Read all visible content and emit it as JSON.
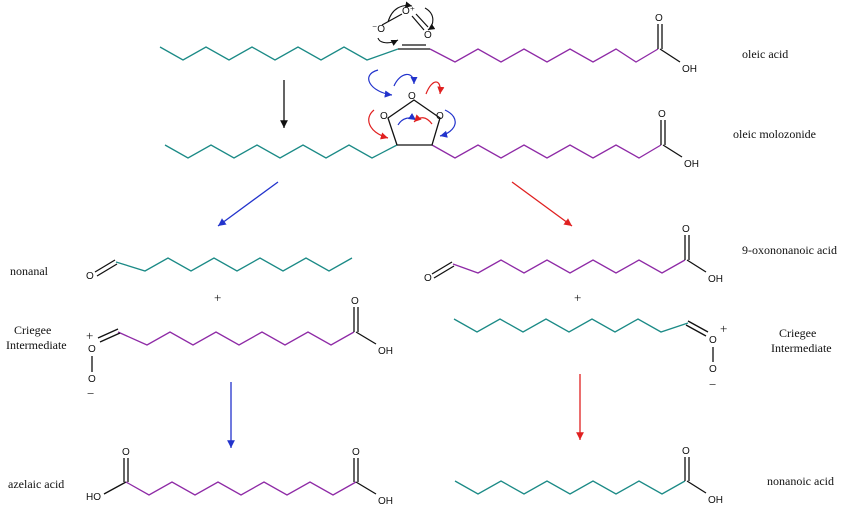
{
  "colors": {
    "teal": "#1b8a86",
    "purple": "#8e2aa6",
    "bond": "#111111",
    "blue_arrow": "#2233cc",
    "red_arrow": "#e02020"
  },
  "compounds": {
    "oleic_acid": "oleic acid",
    "molozonide": "oleic molozonide",
    "nonanal": "nonanal",
    "criegee_left": [
      "Criegee",
      "Intermediate"
    ],
    "oxononanoic": "9-oxononanoic acid",
    "criegee_right": [
      "Criegee",
      "Intermediate"
    ],
    "azelaic": "azelaic acid",
    "nonanoic": "nonanoic acid"
  },
  "atoms": {
    "O": "O",
    "OH": "OH",
    "HO": "HO",
    "O_plus": "O⁺",
    "O_minus_neg": "⁻O",
    "plus_sign": "+"
  },
  "arrows": {
    "pathway_left": "blue",
    "pathway_right": "red"
  }
}
